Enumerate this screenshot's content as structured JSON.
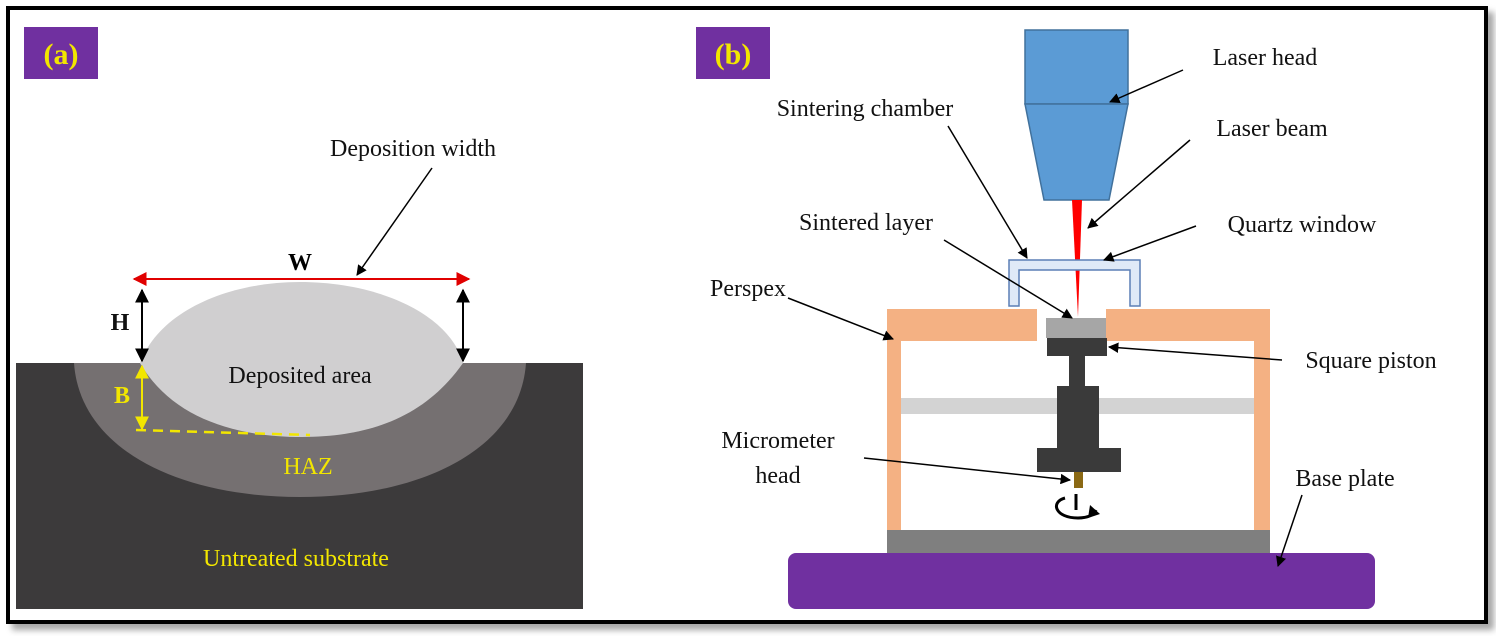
{
  "panel_a": {
    "badge": "(a)",
    "labels": {
      "deposition_width": "Deposition width",
      "w": "W",
      "h": "H",
      "b": "B",
      "deposited_area": "Deposited area",
      "haz": "HAZ",
      "untreated_substrate": "Untreated substrate"
    }
  },
  "panel_b": {
    "badge": "(b)",
    "labels": {
      "laser_head": "Laser head",
      "sintering_chamber": "Sintering chamber",
      "laser_beam": "Laser beam",
      "sintered_layer": "Sintered layer",
      "quartz_window": "Quartz window",
      "perspex": "Perspex",
      "square_piston": "Square piston",
      "micrometer_head_line1": "Micrometer",
      "micrometer_head_line2": "head",
      "base_plate": "Base plate"
    }
  },
  "colors": {
    "badge_bg": "#7030a0",
    "badge_text": "#f2e600",
    "substrate": "#3c3a3b",
    "haz": "#757071",
    "deposit": "#d0cfd0",
    "laser_head": "#5b9bd5",
    "laser_beam": "#ff0000",
    "perspex": "#f4b183",
    "base_plate": "#7030a0",
    "piston": "#3a3a3a"
  }
}
